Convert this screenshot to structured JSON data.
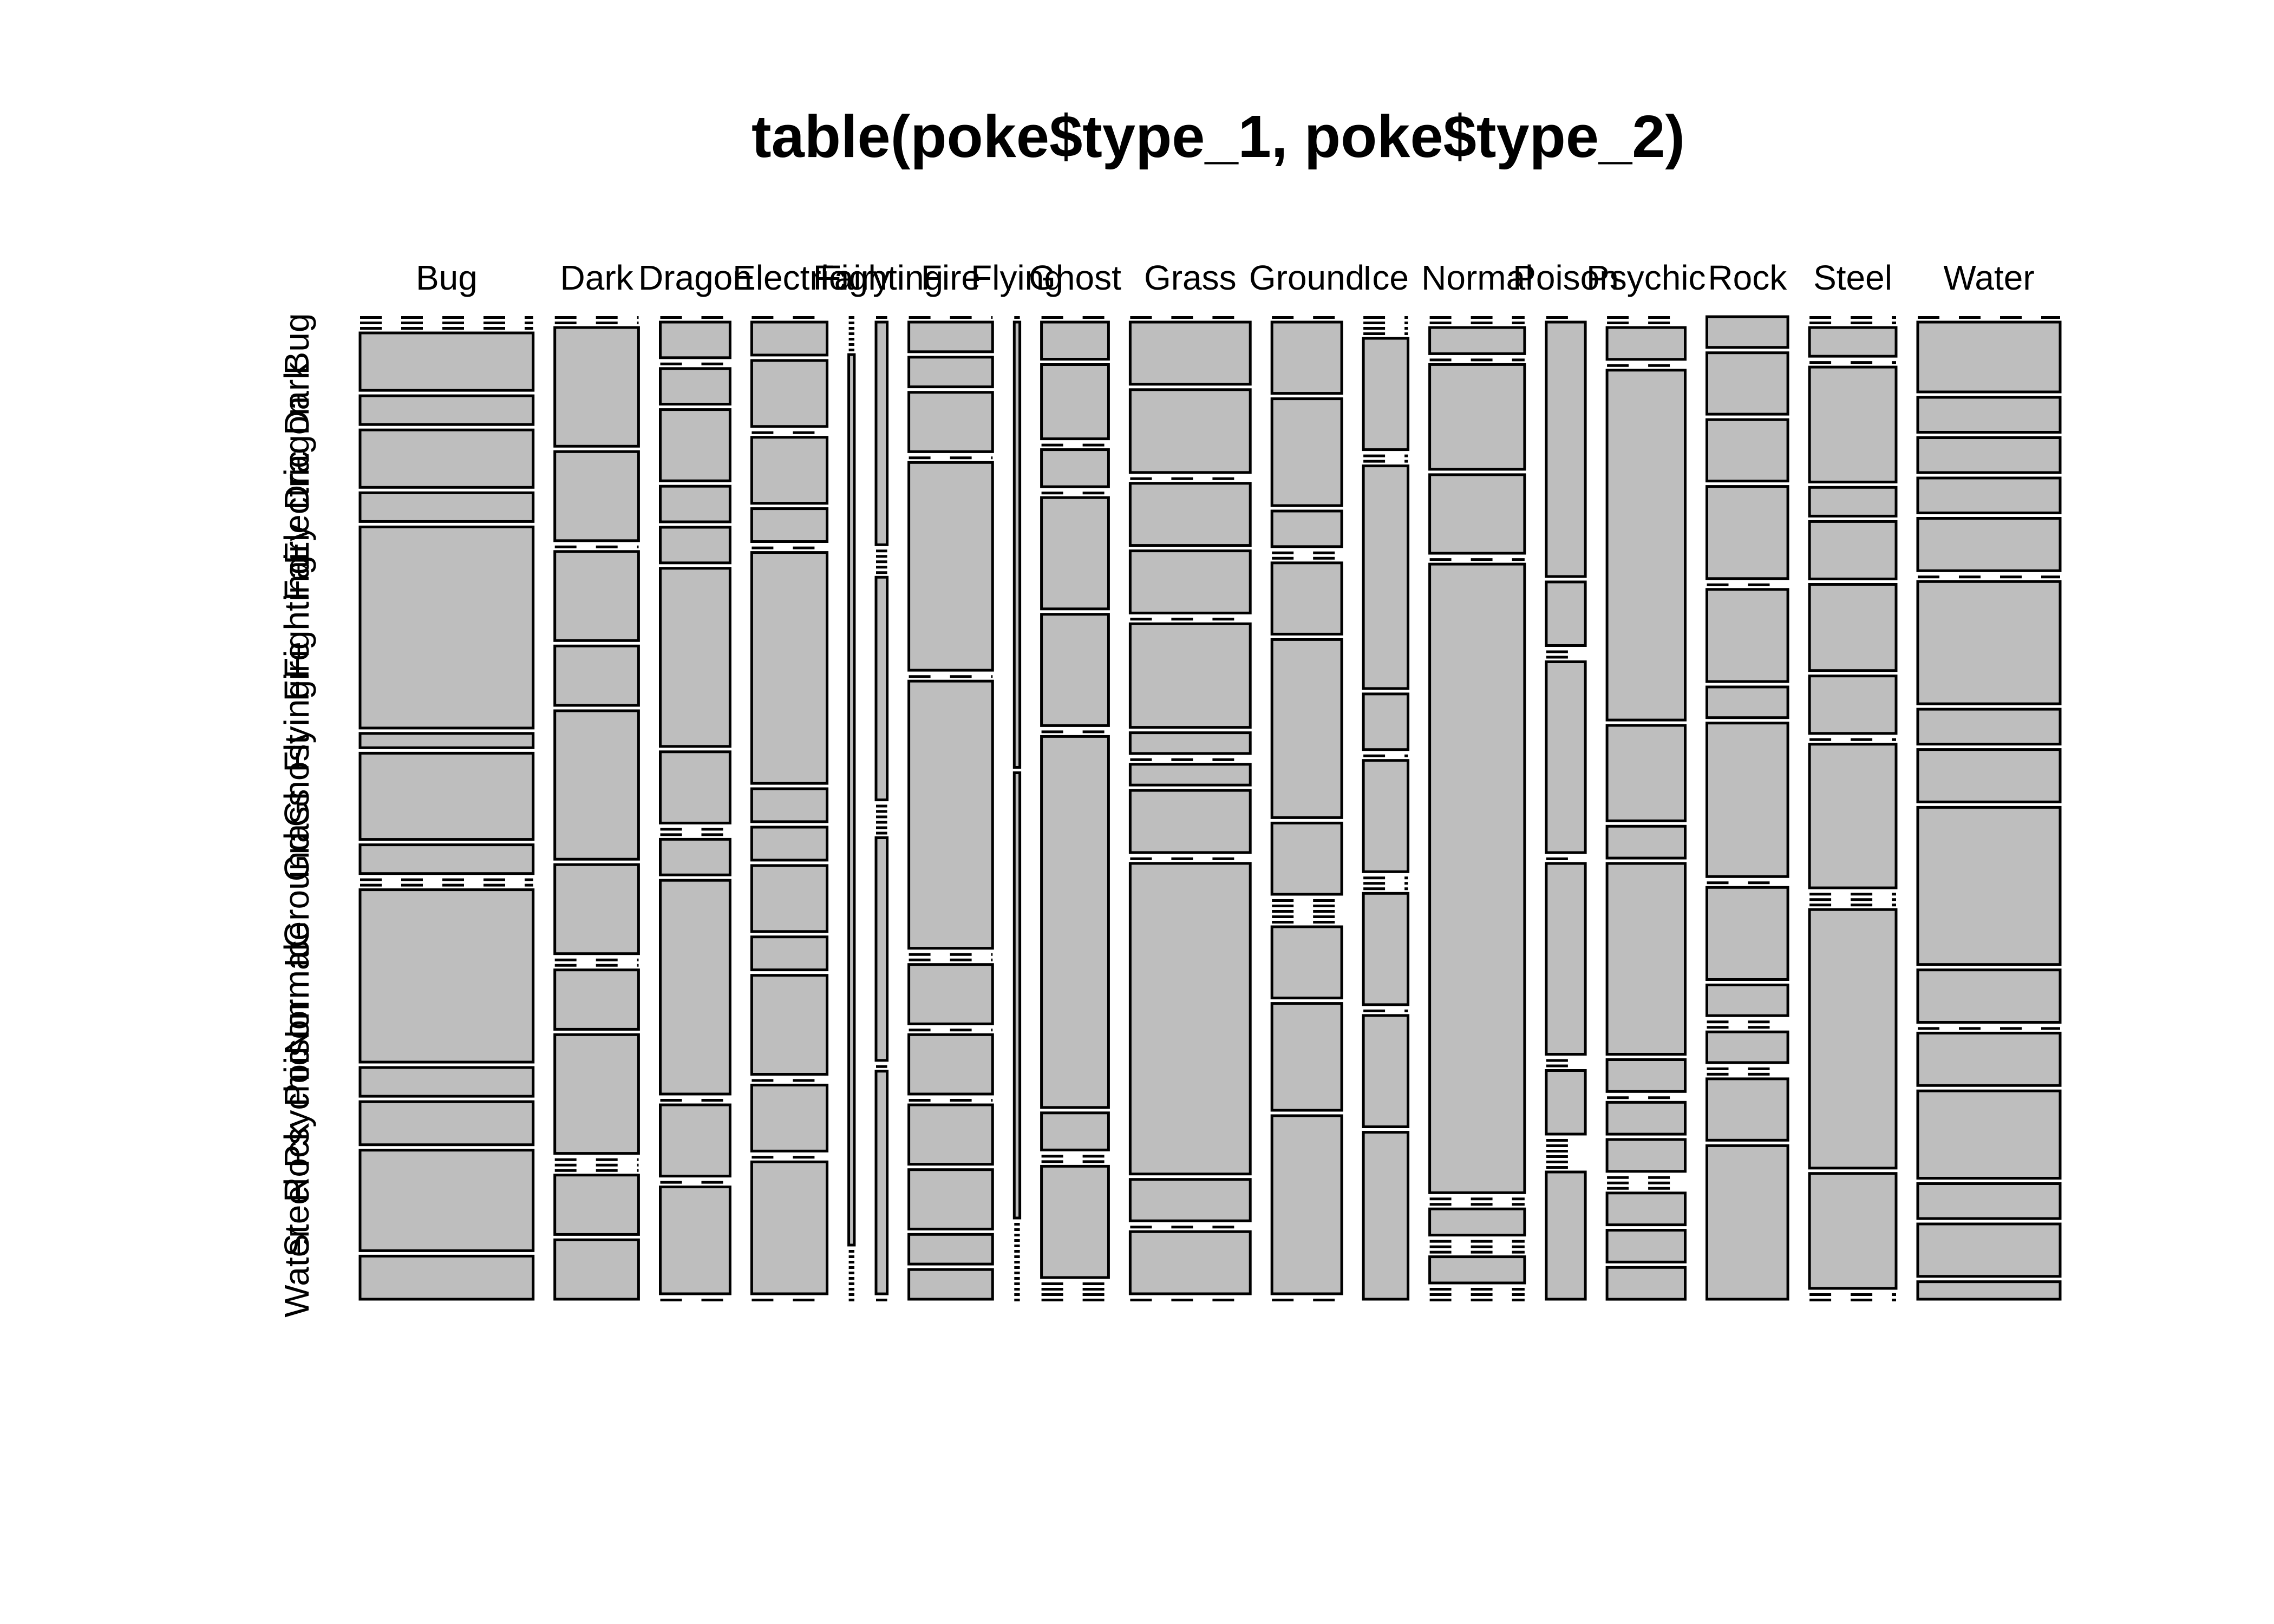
{
  "chart_data": {
    "type": "mosaic",
    "title": "table(poke$type_1, poke$type_2)",
    "x_variable_levels": [
      "Bug",
      "Dark",
      "Dragon",
      "Electric",
      "Fairy",
      "Fighting",
      "Fire",
      "Flying",
      "Ghost",
      "Grass",
      "Ground",
      "Ice",
      "Normal",
      "Poison",
      "Psychic",
      "Rock",
      "Steel",
      "Water"
    ],
    "y_variable_levels": [
      "Bug",
      "Dark",
      "Dragon",
      "Electric",
      "Fairy",
      "Fighting",
      "Fire",
      "Flying",
      "Ghost",
      "Grass",
      "Ground",
      "Ice",
      "Normal",
      "Poison",
      "Psychic",
      "Rock",
      "Steel",
      "Water"
    ],
    "fill_color": "#bebebe",
    "stroke_color": "#000000",
    "counts": {
      "Bug": [
        0,
        0,
        0,
        4,
        2,
        4,
        2,
        14,
        1,
        6,
        2,
        0,
        0,
        12,
        2,
        3,
        7,
        3
      ],
      "Dark": [
        0,
        0,
        4,
        3,
        0,
        3,
        2,
        5,
        3,
        0,
        0,
        2,
        4,
        0,
        0,
        0,
        2,
        2
      ],
      "Dragon": [
        0,
        1,
        0,
        1,
        2,
        1,
        1,
        5,
        2,
        0,
        0,
        1,
        6,
        0,
        2,
        0,
        3,
        0
      ],
      "Electric": [
        0,
        1,
        2,
        0,
        2,
        1,
        0,
        7,
        1,
        1,
        2,
        1,
        3,
        0,
        2,
        0,
        4,
        0
      ],
      "Fairy": [
        0,
        0,
        0,
        0,
        0,
        0,
        0,
        2,
        0,
        0,
        0,
        0,
        0,
        0,
        0,
        0,
        0,
        0
      ],
      "Fighting": [
        0,
        1,
        0,
        0,
        0,
        0,
        0,
        1,
        0,
        0,
        0,
        0,
        0,
        0,
        1,
        0,
        1,
        0
      ],
      "Fire": [
        0,
        1,
        1,
        2,
        0,
        7,
        0,
        9,
        0,
        0,
        2,
        0,
        2,
        0,
        2,
        2,
        1,
        1
      ],
      "Flying": [
        0,
        1,
        1,
        0,
        0,
        0,
        0,
        0,
        0,
        0,
        0,
        0,
        0,
        0,
        0,
        0,
        0,
        0
      ],
      "Ghost": [
        0,
        1,
        2,
        0,
        1,
        0,
        3,
        3,
        0,
        10,
        1,
        0,
        0,
        3,
        0,
        0,
        0,
        0
      ],
      "Grass": [
        0,
        3,
        4,
        0,
        3,
        3,
        0,
        5,
        1,
        0,
        1,
        3,
        0,
        15,
        2,
        0,
        3,
        0
      ],
      "Ground": [
        0,
        2,
        3,
        1,
        0,
        0,
        2,
        5,
        2,
        0,
        0,
        0,
        0,
        0,
        2,
        3,
        5,
        0
      ],
      "Ice": [
        0,
        0,
        0,
        0,
        2,
        0,
        0,
        4,
        1,
        0,
        2,
        0,
        0,
        0,
        2,
        0,
        2,
        3
      ],
      "Normal": [
        0,
        0,
        1,
        0,
        4,
        3,
        0,
        24,
        0,
        0,
        1,
        0,
        0,
        0,
        1,
        0,
        0,
        0
      ],
      "Poison": [
        0,
        4,
        1,
        0,
        0,
        3,
        0,
        3,
        0,
        0,
        1,
        0,
        0,
        0,
        0,
        0,
        0,
        2
      ],
      "Psychic": [
        0,
        0,
        1,
        0,
        11,
        3,
        1,
        6,
        1,
        0,
        1,
        1,
        0,
        0,
        0,
        1,
        1,
        1
      ],
      "Rock": [
        1,
        2,
        2,
        3,
        0,
        3,
        1,
        5,
        0,
        3,
        1,
        0,
        0,
        1,
        0,
        0,
        2,
        5
      ],
      "Steel": [
        0,
        0,
        1,
        0,
        4,
        1,
        2,
        3,
        2,
        0,
        5,
        0,
        0,
        0,
        9,
        4,
        0,
        0
      ],
      "Water": [
        0,
        4,
        2,
        2,
        2,
        3,
        0,
        7,
        2,
        3,
        9,
        3,
        0,
        3,
        5,
        2,
        3,
        1
      ]
    }
  }
}
